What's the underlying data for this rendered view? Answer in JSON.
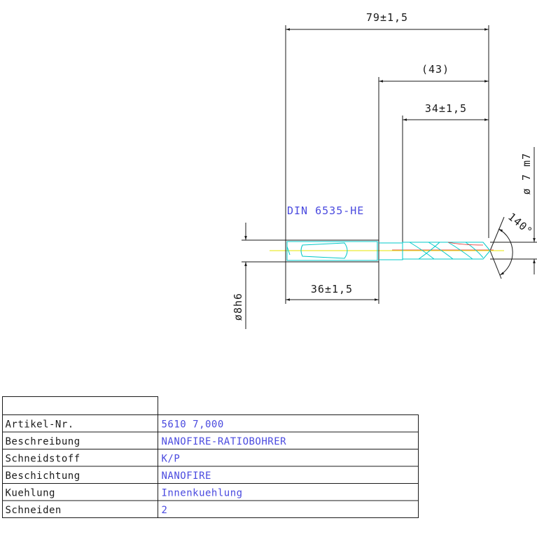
{
  "dimensions": {
    "overall_length": "79±1,5",
    "flute_length_ref": "(43)",
    "cutting_length": "34±1,5",
    "shank_length": "36±1,5",
    "cutting_diameter": "ø 7 m7",
    "shank_diameter": "ø8h6",
    "point_angle": "140°"
  },
  "standard_note": "DIN 6535-HE",
  "spec_table": {
    "rows": [
      {
        "label": "Artikel-Nr.",
        "value": "5610 7,000"
      },
      {
        "label": "Beschreibung",
        "value": "NANOFIRE-RATIOBOHRER"
      },
      {
        "label": "Schneidstoff",
        "value": "K/P"
      },
      {
        "label": "Beschichtung",
        "value": "NANOFIRE"
      },
      {
        "label": "Kuehlung",
        "value": "Innenkuehlung"
      },
      {
        "label": "Schneiden",
        "value": "2"
      }
    ]
  },
  "colors": {
    "dimension_lines": "#1a1a1a",
    "annotation_text": "#4a4adf",
    "tool_outline": "#00c8c8",
    "centerline": "#e6e600",
    "accent_red": "#e03030"
  }
}
